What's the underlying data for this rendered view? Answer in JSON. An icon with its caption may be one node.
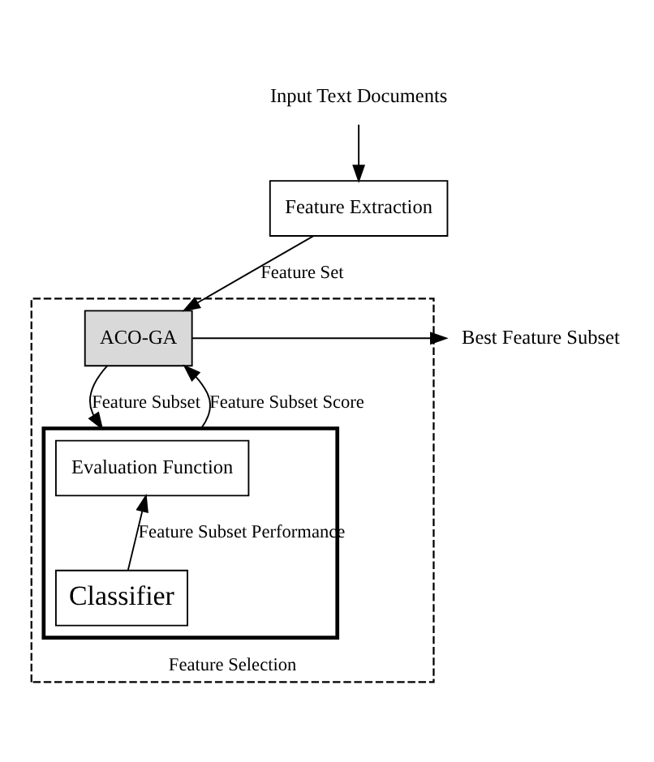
{
  "diagram": {
    "nodes": [
      {
        "text": [
          "Input Text Documents"
        ]
      },
      {
        "text": [
          "Feature Extraction"
        ]
      },
      {
        "text": [
          "Feature Selection"
        ]
      },
      {
        "text": [
          "ACO-GA"
        ],
        "in": 2
      },
      {
        "text": [],
        "shape": "box",
        "in": 2
      },
      {
        "text": [
          "Evaluation Function"
        ],
        "in": 4
      },
      {
        "text": [
          "Classifier"
        ],
        "in": 4
      },
      {
        "text": [
          "Best Feature Subset"
        ]
      }
    ],
    "edges": [
      {
        "from": 0,
        "to": 1,
        "arrow": "to"
      },
      {
        "from": 1,
        "to": 3,
        "arrow": "to",
        "label": "Feature Set"
      },
      {
        "from": 3,
        "to": 7,
        "arrow": "to"
      },
      {
        "from": 3,
        "to": 4,
        "arrow": "to",
        "label": "Feature Subset"
      },
      {
        "from": 4,
        "to": 3,
        "arrow": "to",
        "label": "Feature Subset Score"
      },
      {
        "from": 6,
        "to": 5,
        "arrow": "to",
        "label": "Feature Subset Performance"
      }
    ]
  }
}
